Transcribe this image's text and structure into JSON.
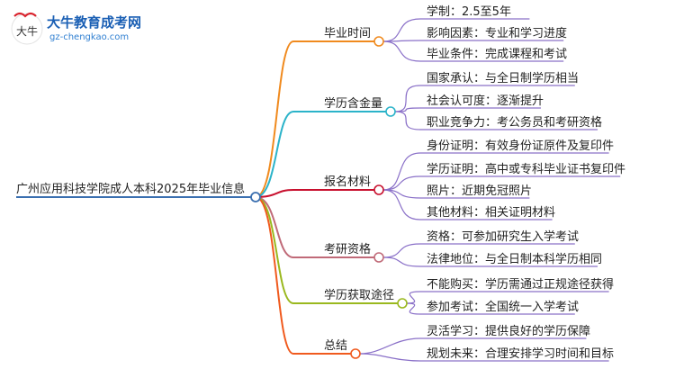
{
  "logo": {
    "title": "大牛教育成考网",
    "url": "gz-chengkao.com",
    "mark": "大牛"
  },
  "root": "广州应用科技学院成人本科2025年毕业信息",
  "branches": [
    {
      "label": "毕业时间",
      "color": "#f08a1e",
      "leaves": [
        "学制：2.5至5年",
        "影响因素：专业和学习进度",
        "毕业条件：完成课程和考试"
      ]
    },
    {
      "label": "学历含金量",
      "color": "#2bb3c9",
      "leaves": [
        "国家承认：与全日制学历相当",
        "社会认可度：逐渐提升",
        "职业竞争力：考公务员和考研资格"
      ]
    },
    {
      "label": "报名材料",
      "color": "#c8102e",
      "leaves": [
        "身份证明：有效身份证原件及复印件",
        "学历证明：高中或专科毕业证书复印件",
        "照片：近期免冠照片",
        "其他材料：相关证明材料"
      ]
    },
    {
      "label": "考研资格",
      "color": "#c06a78",
      "leaves": [
        "资格：可参加研究生入学考试",
        "法律地位：与全日制本科学历相同"
      ]
    },
    {
      "label": "学历获取途径",
      "color": "#9ab81e",
      "leaves": [
        "不能购买：学历需通过正规途径获得",
        "参加考试：全国统一入学考试"
      ]
    },
    {
      "label": "总结",
      "color": "#f05a1e",
      "leaves": [
        "灵活学习：提供良好的学历保障",
        "规划未来：合理安排学习时间和目标"
      ]
    }
  ],
  "colors": {
    "root_line": "#3a6fb0",
    "leaf_line": "#8a70c8",
    "text": "#222222"
  }
}
